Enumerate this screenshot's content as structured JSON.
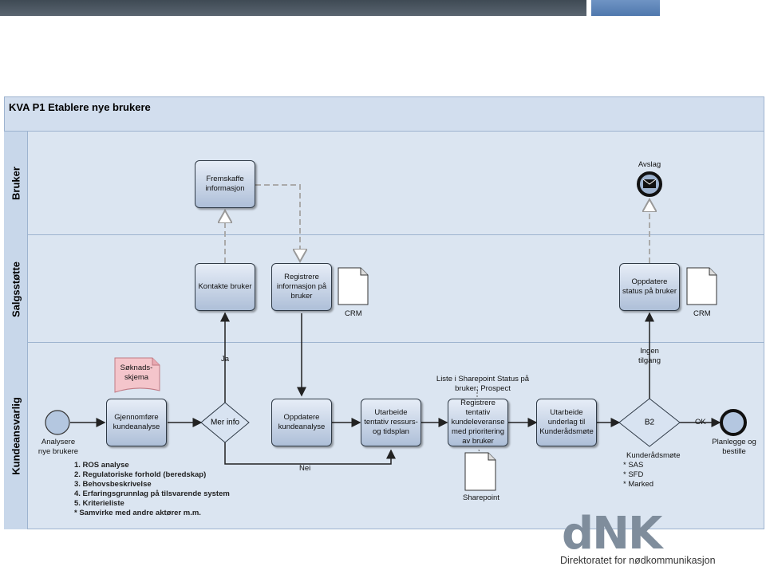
{
  "pool": {
    "title": "KVA P1 Etablere nye brukere"
  },
  "lanes": [
    "Bruker",
    "Salgsstøtte",
    "Kundeansvarlig"
  ],
  "tasks": {
    "fremskaffe": "Fremskaffe informasjon",
    "kontakte": "Kontakte bruker",
    "registrere_info": "Registrere informasjon på bruker",
    "oppdatere_status": "Oppdatere status på bruker",
    "gjennomfore": "Gjennomføre kundeanalyse",
    "oppdatere_analyse": "Oppdatere kundeanalyse",
    "utarbeide_tentativ": "Utarbeide tentativ ressurs- og tidsplan",
    "registrere_tentativ": "Registrere tentativ kundeleveranse med prioritering av bruker",
    "utarbeide_underlag": "Utarbeide underlag til Kunderådsmøte"
  },
  "gateways": {
    "merinfo": "Mer info",
    "b2": "B2"
  },
  "events": {
    "start_label": "Analysere nye brukere",
    "end_label": "Planlegge og bestille",
    "avslag": "Avslag"
  },
  "documents": {
    "crm1": "CRM",
    "crm2": "CRM",
    "soknad": "Søknads-skjema",
    "sharepoint": "Sharepoint"
  },
  "labels": {
    "ja": "Ja",
    "nei": "Nei",
    "ok": "OK",
    "ingen_tilgang": "Ingen tilgang",
    "liste": "Liste i Sharepoint Status på bruker; Prospect"
  },
  "kunderadsmote": [
    "Kunderådsmøte",
    "* SAS",
    "* SFD",
    "* Marked"
  ],
  "analysis_list": [
    "1. ROS analyse",
    "2. Regulatoriske forhold (beredskap)",
    "3. Behovsbeskrivelse",
    "4. Erfaringsgrunnlag på tilsvarende system",
    "5. Kriterieliste",
    "* Samvirke med andre aktører m.m."
  ],
  "logo": {
    "mark": "dNK",
    "tagline": "Direktoratet for nødkommunikasjon"
  },
  "colors": {
    "task_top": "#e6edf7",
    "task_bottom": "#aebfd8",
    "pool": "#dbe5f1",
    "logo": "#7f8d9c"
  }
}
